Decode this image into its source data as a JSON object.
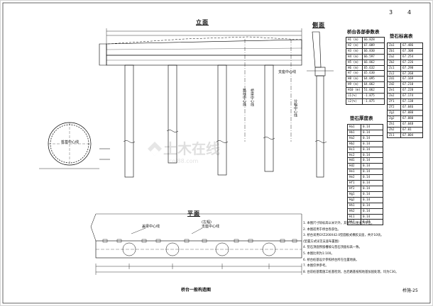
{
  "page_numbers": {
    "left": "3",
    "right": "4"
  },
  "titles": {
    "elevation": "立面",
    "side": "侧面",
    "plan": "平面",
    "drawing_title": "桥台一般构造图",
    "sheet_number": "桥施-25"
  },
  "params_table": {
    "title": "桥台各部参数表",
    "rows": [
      {
        "k": "H1 (m)",
        "v": "66.828"
      },
      {
        "k": "H2 (m)",
        "v": "67.009"
      },
      {
        "k": "H3 (m)",
        "v": "66.830"
      },
      {
        "k": "H4 (m)",
        "v": "66.597"
      },
      {
        "k": "H5 (m)",
        "v": "66.862"
      },
      {
        "k": "H6 (m)",
        "v": "65.632"
      },
      {
        "k": "H7 (m)",
        "v": "65.630"
      },
      {
        "k": "H8 (m)",
        "v": "64.095"
      },
      {
        "k": "H9 (m)",
        "v": "64.062"
      },
      {
        "k": "H10 (m)",
        "v": "51.062"
      },
      {
        "k": "i1(%)",
        "v": "-1.875"
      },
      {
        "k": "i2(%)",
        "v": "-1.875"
      }
    ]
  },
  "pad_elev_table": {
    "title": "垫石标高表",
    "rows": [
      {
        "k": "Za1",
        "v": "67.486"
      },
      {
        "k": "Zb1",
        "v": "67.308"
      },
      {
        "k": "Za2",
        "v": "67.254"
      },
      {
        "k": "Zb2",
        "v": "67.226"
      },
      {
        "k": "Zc1",
        "v": "67.298"
      },
      {
        "k": "Zc2",
        "v": "67.268"
      },
      {
        "k": "Zd1",
        "v": "67.169"
      },
      {
        "k": "Zd2",
        "v": "67.210"
      },
      {
        "k": "Ze1",
        "v": "67.220"
      },
      {
        "k": "Ze2",
        "v": "67.174"
      },
      {
        "k": "Zf1",
        "v": "67.138"
      },
      {
        "k": "Zf2",
        "v": "67.046"
      },
      {
        "k": "Zg1",
        "v": "67.080"
      },
      {
        "k": "Zg2",
        "v": "67.080"
      },
      {
        "k": "Zh1",
        "v": "67.048"
      },
      {
        "k": "Zh2",
        "v": "67.01"
      },
      {
        "k": "Zi1",
        "v": "67.004"
      }
    ]
  },
  "pad_thick_table": {
    "title": "垫石厚度表",
    "rows": [
      {
        "k": "Ha1",
        "v": "0.14"
      },
      {
        "k": "Hb1",
        "v": "0.14"
      },
      {
        "k": "Ha2",
        "v": "0.14"
      },
      {
        "k": "Hb2",
        "v": "0.14"
      },
      {
        "k": "Hc1",
        "v": "0.14"
      },
      {
        "k": "Hc2",
        "v": "0.14"
      },
      {
        "k": "Hd1",
        "v": "0.14"
      },
      {
        "k": "Hd2",
        "v": "0.14"
      },
      {
        "k": "He1",
        "v": "0.14"
      },
      {
        "k": "He2",
        "v": "0.14"
      },
      {
        "k": "Hf1",
        "v": "0.14"
      },
      {
        "k": "Hf2",
        "v": "0.14"
      },
      {
        "k": "Hg1",
        "v": "0.14"
      },
      {
        "k": "Hg2",
        "v": "0.14"
      },
      {
        "k": "Hh1",
        "v": "0.14"
      },
      {
        "k": "Hh2",
        "v": "0.14"
      },
      {
        "k": "Hi1",
        "v": "0.14"
      },
      {
        "k": "Hi2",
        "v": "0.14"
      }
    ]
  },
  "notes": [
    "1. 本图尺寸除标高以米计外，其余均以厘米为单位。",
    "2. 本图适用于桥台各部位。",
    "3. 桥台采用GYZ200X42.0型圆板式橡胶支座，共计10块。",
    "   (垫置方式详见支座布置图)",
    "4. 垫石顶面预留槽坡与垫石顶面标高一致。",
    "5. 本图比例为1:100。",
    "6. 桥台桩基设计参照桥台所在位置地质。",
    "7. 本图仅供参考。",
    "8. 台前桩基需施工桩基检测，台后路基按照地基加固处理，均为C30。"
  ],
  "elevation_labels": {
    "road_center": "路线中心线",
    "bridge_center": "桥梁中心线",
    "pier_center": "分幅中心线",
    "support_center": "支座中心线"
  },
  "plan_labels": {
    "pad_center": "盖梁中心线",
    "left_note": "(左幅)",
    "support_center": "支座中心线"
  },
  "section_label": "桩基中心线",
  "watermark": "土木在线",
  "watermark_sub": "coi88.com"
}
